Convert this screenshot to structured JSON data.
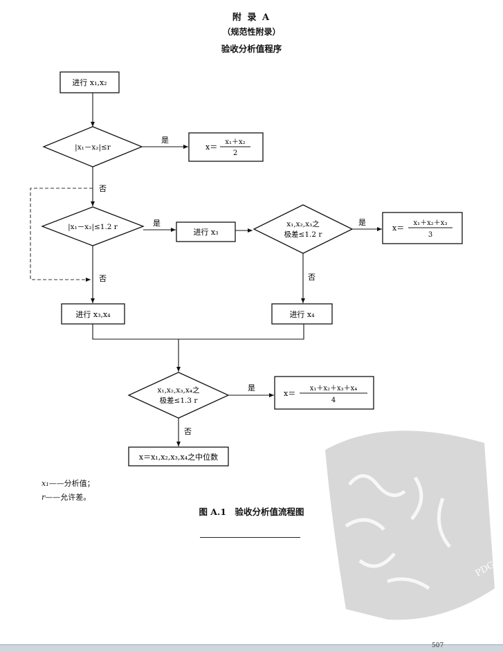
{
  "header": {
    "annex_title": "附 录 A",
    "annex_type": "（规范性附录）",
    "section_title": "验收分析值程序"
  },
  "flow": {
    "start": "进行 x₁,x₂",
    "cond1": "|x₁－x₂|≤r",
    "result1": "x = (x₁＋x₂)/2",
    "result1_num": "x₁＋x₂",
    "result1_den": "2",
    "cond2": "|x₁－x₂|≤1.2 r",
    "step_x3": "进行 x₃",
    "cond3_line1": "x₁,x₂,x₃之",
    "cond3_line2": "极差≤1.2 r",
    "result3_num": "x₁＋x₂＋x₃",
    "result3_den": "3",
    "step_x3x4": "进行 x₃,x₄",
    "step_x4": "进行 x₄",
    "cond4_line1": "x₁,x₂,x₃,x₄之",
    "cond4_line2": "极差≤1.3 r",
    "result4_num": "x₁＋x₂＋x₃＋x₄",
    "result4_den": "4",
    "final": "x＝x₁,x₂,x₃,x₄之中位数",
    "x_eq": "x＝",
    "yes": "是",
    "no": "否"
  },
  "legend": [
    {
      "symbol": "x₁",
      "text": "——分析值；"
    },
    {
      "symbol": "r",
      "text": "——允许差。"
    }
  ],
  "caption": "图 A.1　验收分析值流程图",
  "page_number": "507",
  "watermark": "PDG"
}
